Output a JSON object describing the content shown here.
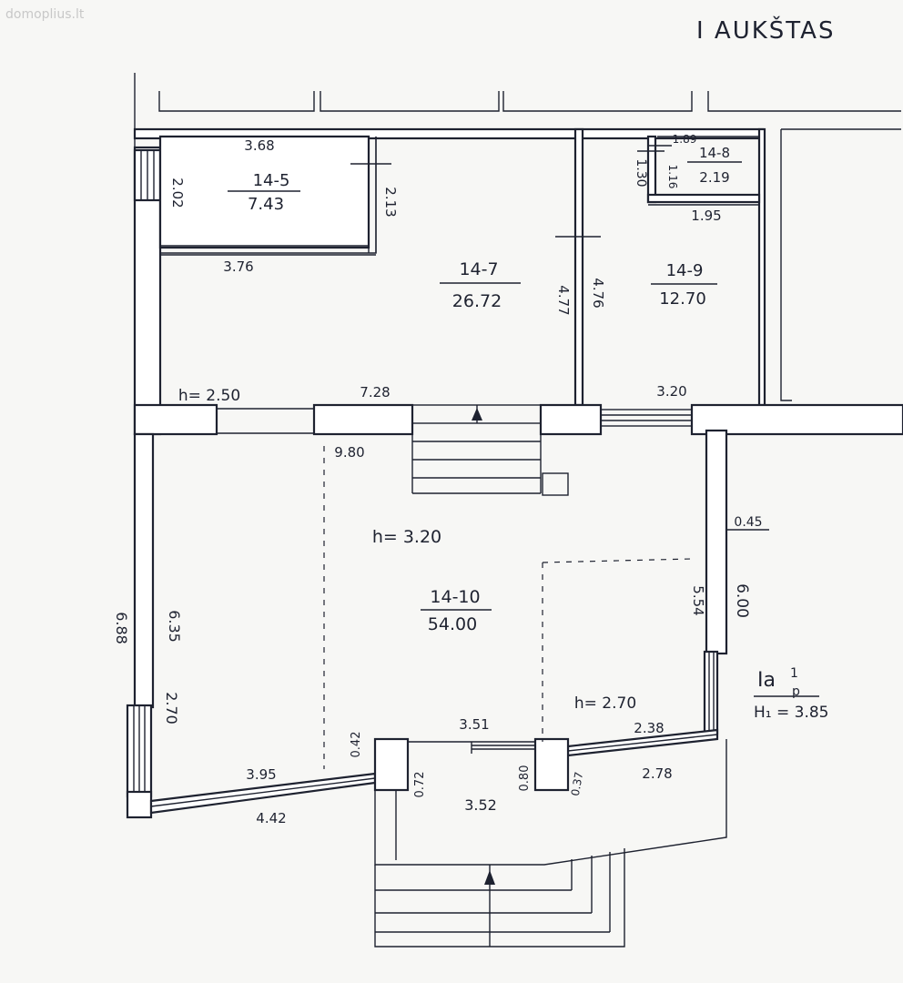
{
  "watermark": "domoplius.lt",
  "floor_title": "I AUKŠTAS",
  "rooms": [
    {
      "id": "14-5",
      "area": "7.43"
    },
    {
      "id": "14-7",
      "area": "26.72"
    },
    {
      "id": "14-8",
      "area": "2.19"
    },
    {
      "id": "14-9",
      "area": "12.70"
    },
    {
      "id": "14-10",
      "area": "54.00"
    }
  ],
  "dimensions": {
    "d_368": "3.68",
    "d_202": "2.02",
    "d_213": "2.13",
    "d_376": "3.76",
    "d_477": "4.77",
    "d_476": "4.76",
    "d_189": "1.89",
    "d_130": "1.30",
    "d_116": "1.16",
    "d_195": "1.95",
    "d_728": "7.28",
    "d_320": "3.20",
    "d_980": "9.80",
    "d_045": "0.45",
    "d_554": "5.54",
    "d_600": "6.00",
    "d_688": "6.88",
    "d_635": "6.35",
    "d_270": "2.70",
    "d_395": "3.95",
    "d_042": "0.42",
    "d_351": "3.51",
    "d_238": "2.38",
    "d_278": "2.78",
    "d_072": "0.72",
    "d_080": "0.80",
    "d_352": "3.52",
    "d_037": "0.37",
    "d_442": "4.42"
  },
  "heights": {
    "h_250": "h= 2.50",
    "h_320": "h= 3.20",
    "h_270": "h= 2.70"
  },
  "notes": {
    "index_label": "Ia",
    "index_superscript": "1",
    "index_subscript": "p",
    "height_note": "H₁ = 3.85"
  }
}
